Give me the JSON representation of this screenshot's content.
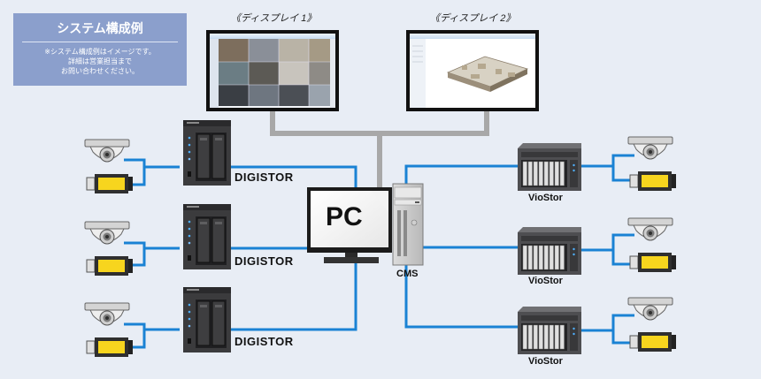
{
  "note": {
    "title": "システム構成例",
    "lines": [
      "※システム構成例はイメージです。",
      "詳細は営業担当まで",
      "お問い合わせください。"
    ]
  },
  "displays": [
    {
      "label": "《ディスプレイ 1》"
    },
    {
      "label": "《ディスプレイ 2》"
    }
  ],
  "pc": {
    "label": "PC"
  },
  "cms": {
    "label": "CMS"
  },
  "digistor": [
    "DIGISTOR",
    "DIGISTOR",
    "DIGISTOR"
  ],
  "viostor": [
    "VioStor",
    "VioStor",
    "VioStor"
  ],
  "colors": {
    "background": "#e8edf5",
    "note": "#8b9fcc",
    "cable_blue": "#1a82d4",
    "cable_gray": "#a8a8a8",
    "camera_yellow": "#f7d51e"
  }
}
